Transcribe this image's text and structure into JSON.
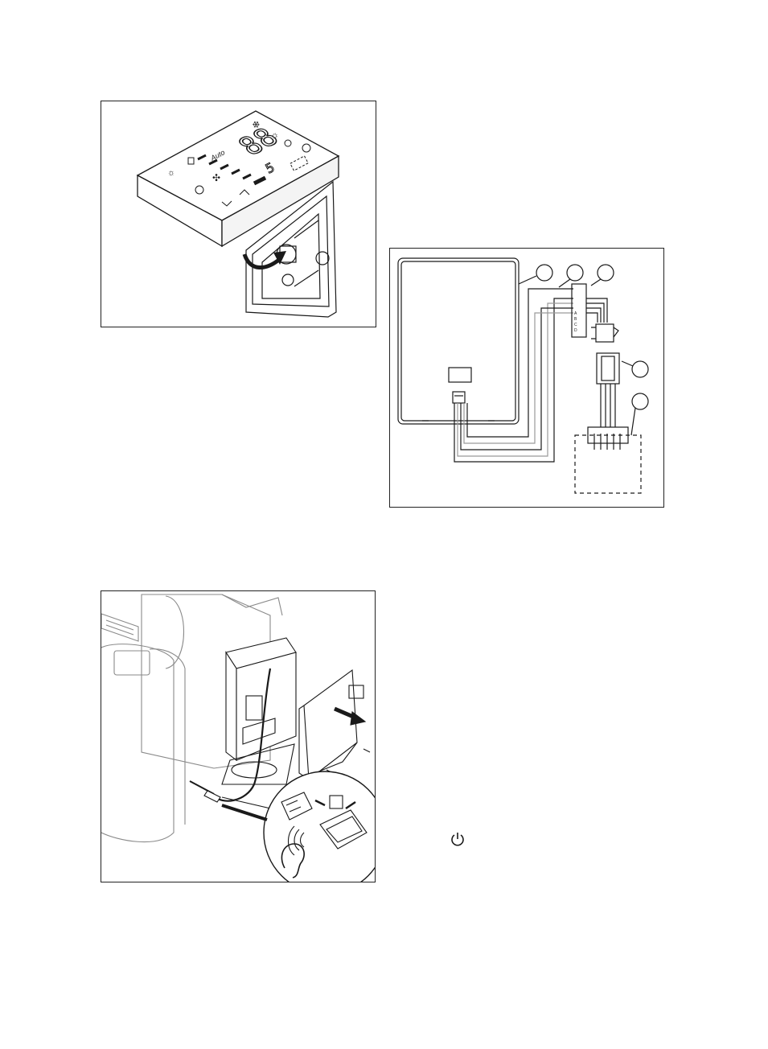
{
  "thermostat_display": {
    "auto_label": "Auto",
    "temperature_digits": "88",
    "temperature_decimal": "5"
  },
  "wiring_terminals": [
    "A",
    "B",
    "C",
    "D"
  ],
  "icons": {
    "snowflake": "snowflake-icon",
    "sun": "sun-icon",
    "power": "power-icon",
    "fan": "fan-icon",
    "ear": "ear-icon"
  },
  "colors": {
    "line": "#1a1a1a",
    "paper": "#ffffff",
    "grey": "#9a9a9a"
  }
}
